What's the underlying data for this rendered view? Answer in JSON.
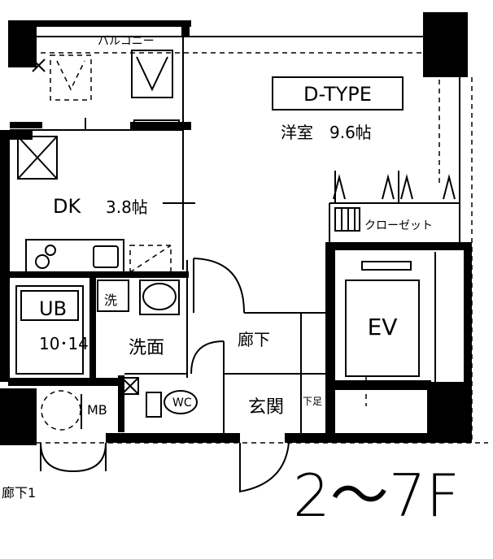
{
  "plan": {
    "type_label": "D-TYPE",
    "floors": "2～7F",
    "rooms": {
      "balcony": "バルコニー",
      "western_room": "洋室",
      "western_room_size": "9.6帖",
      "closet": "クローゼット",
      "dk": "DK",
      "dk_size": "3.8帖",
      "unit_bath": "UB",
      "unit_bath_size": "10･14",
      "washing_machine": "洗",
      "washroom": "洗面",
      "corridor": "廊下",
      "elevator": "EV",
      "toilet": "WC",
      "entrance": "玄関",
      "shoe_box": "下足",
      "meter_box": "MB",
      "common_corridor": "廊下1"
    }
  }
}
